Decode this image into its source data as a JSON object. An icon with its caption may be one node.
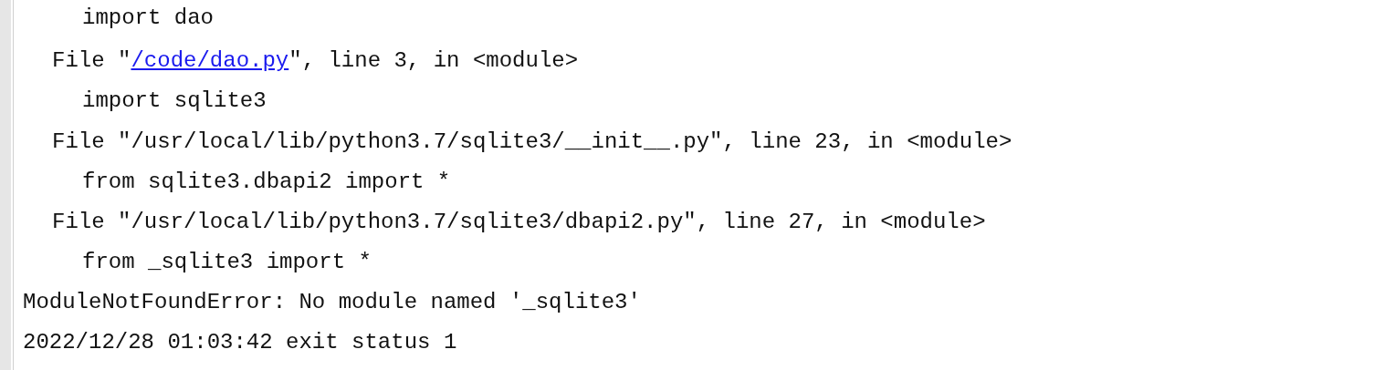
{
  "diagram": {
    "labels": [
      "import dao",
      "File \"",
      "/code/dao.py",
      "\", line 3, in <module>",
      "import sqlite3",
      "File \"/usr/local/lib/python3.7/sqlite3/__init__.py\", line 23, in <module>",
      "from sqlite3.dbapi2 import *",
      "File \"/usr/local/lib/python3.7/sqlite3/dbapi2.py\", line 27, in <module>",
      "from _sqlite3 import *",
      "ModuleNotFoundError: No module named '_sqlite3'",
      "2022/12/28 01:03:42 exit status 1"
    ]
  }
}
